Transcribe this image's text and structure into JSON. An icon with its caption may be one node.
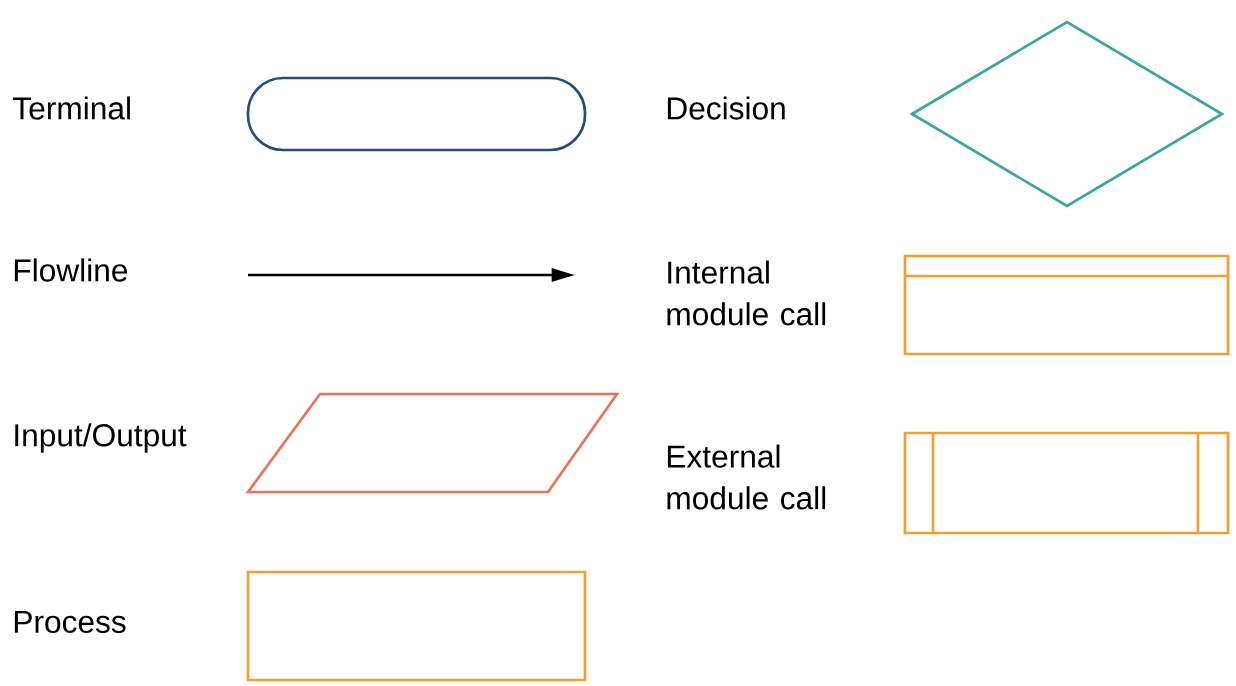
{
  "diagram": {
    "nodes": [
      {
        "text": [],
        "shape": "pill",
        "beside": [
          "Terminal"
        ]
      },
      {
        "text": [],
        "shape": "parallelogram",
        "beside": [
          "Input/Output"
        ]
      },
      {
        "text": [],
        "shape": "box",
        "beside": [
          "Process"
        ]
      },
      {
        "text": [],
        "shape": "diamond"
      },
      {
        "text": [],
        "shape": "banded-box",
        "beside": [
          "Internal module call"
        ]
      },
      {
        "text": [],
        "shape": "sided-box",
        "beside": [
          "External module call"
        ]
      }
    ],
    "labels": [
      "Decision",
      "Flowline"
    ]
  }
}
